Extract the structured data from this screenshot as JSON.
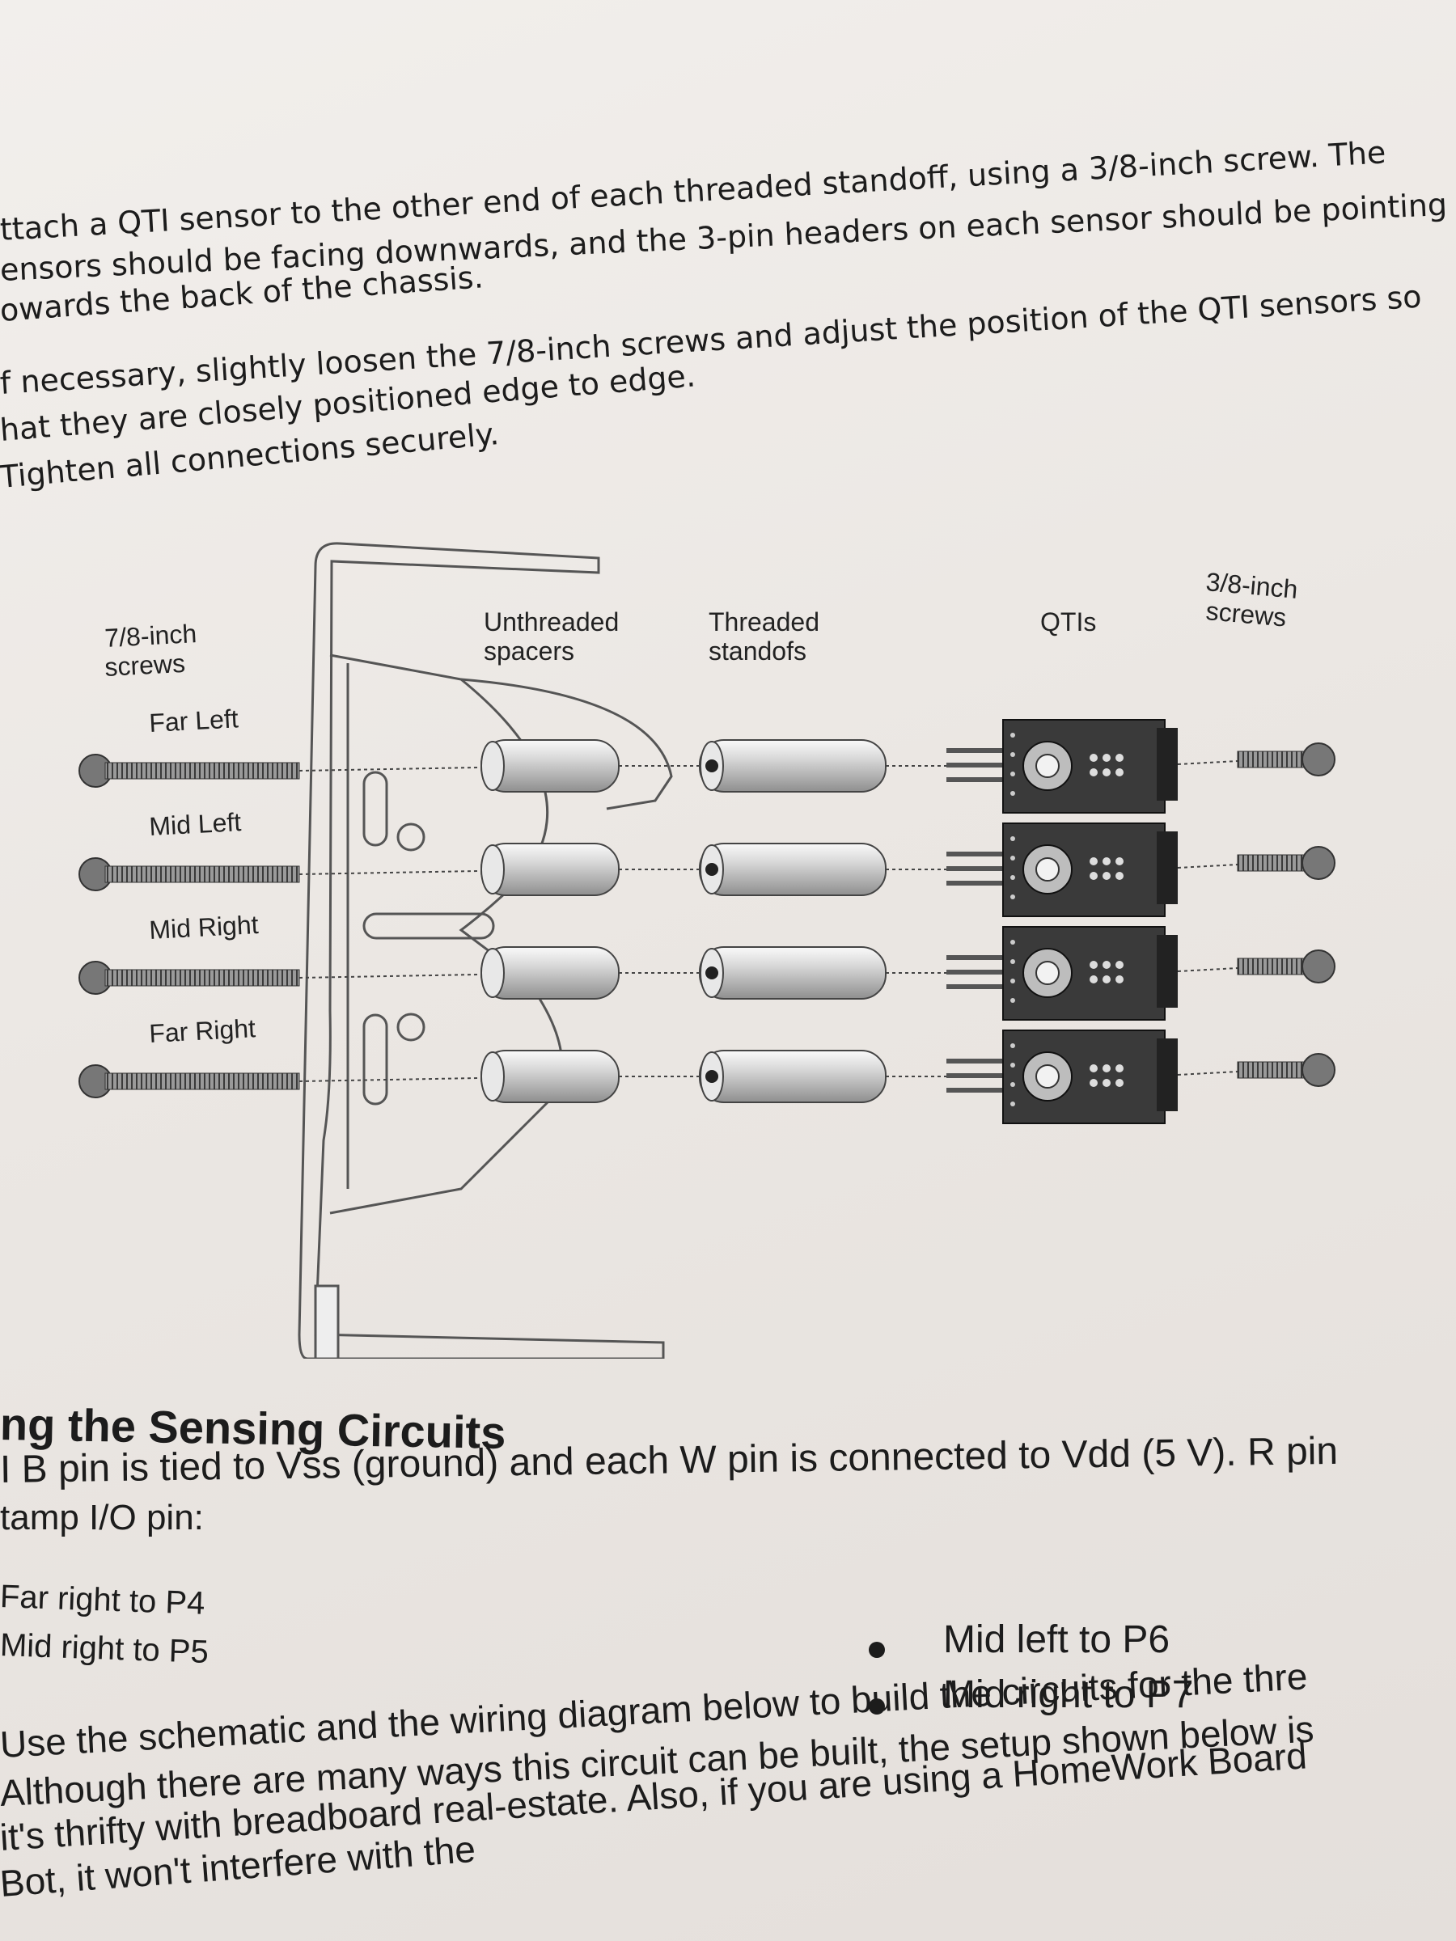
{
  "steps": [
    "ttach a QTI sensor to the other end of each threaded standoff, using a 3/8-inch screw. The",
    "ensors should be facing downwards, and the 3-pin headers on each sensor should be pointing",
    "owards the back of the chassis.",
    "f necessary, slightly loosen the 7/8-inch screws and adjust the position of the QTI sensors so",
    "hat they are closely positioned edge to edge.",
    "Tighten all connections securely."
  ],
  "diagram": {
    "labels": {
      "screws_78": [
        "7/8-inch",
        "screws"
      ],
      "spacers": [
        "Unthreaded",
        "spacers"
      ],
      "standoffs": [
        "Threaded",
        "standofs"
      ],
      "qtis": "QTIs",
      "screws_38": [
        "3/8-inch",
        "screws"
      ]
    },
    "rows": [
      "Far Left",
      "Mid Left",
      "Mid Right",
      "Far Right"
    ]
  },
  "section": {
    "heading": "ng the Sensing Circuits",
    "para1": "I B pin is tied to Vss (ground) and each W pin is connected to Vdd (5 V). R pin",
    "para2": "tamp I/O pin:"
  },
  "pins_left": [
    "Far right to P4",
    "Mid right to P5"
  ],
  "pins_right": [
    "Mid left to P6",
    "Mid right to P7"
  ],
  "bottom": [
    "Use the schematic and the wiring diagram below to build the circuits for the thre",
    "Although there are many ways this circuit can be built, the setup shown below is",
    "it's thrifty with breadboard real-estate. Also, if you are using a HomeWork Board",
    "Bot, it won't interfere with the"
  ]
}
